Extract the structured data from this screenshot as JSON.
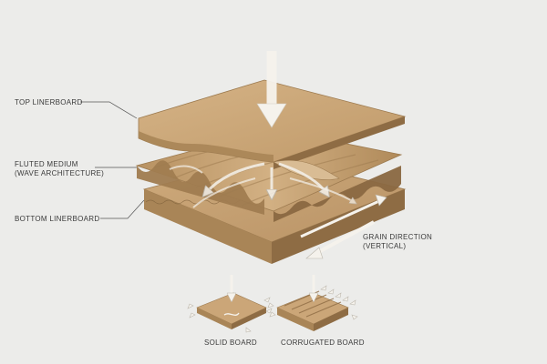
{
  "labels": {
    "top_linerboard": "TOP LINERBOARD",
    "fluted_medium_line1": "FLUTED MEDIUM",
    "fluted_medium_line2": "(WAVE ARCHITECTURE)",
    "bottom_linerboard": "BOTTOM LINERBOARD",
    "grain_direction_line1": "GRAIN DIRECTION",
    "grain_direction_line2": "(VERTICAL)",
    "solid_board": "SOLID BOARD",
    "corrugated_board": "CORRUGATED BOARD"
  },
  "colors": {
    "background": "#ececea",
    "kraft_top": "#c9a577",
    "kraft_edge": "#a98557",
    "kraft_dark": "#8e6c44",
    "arrow_fill": "#f5f2ec",
    "label_text": "#3a3a3a",
    "leader_line": "#555555"
  }
}
